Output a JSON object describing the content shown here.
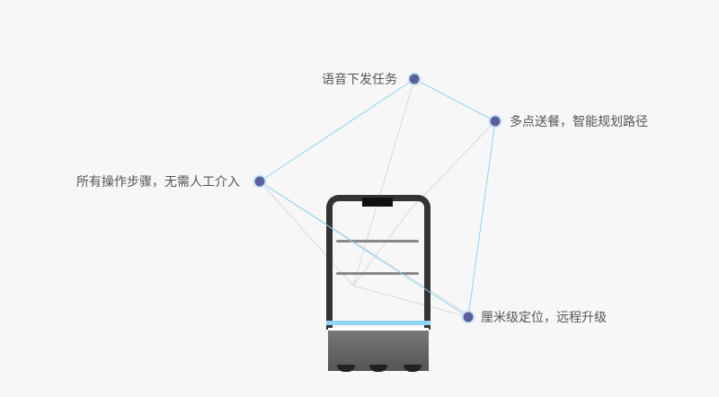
{
  "features": [
    {
      "label": "语音下发任务"
    },
    {
      "label": "多点送餐，智能规划路径"
    },
    {
      "label": "所有操作步骤，无需人工介入"
    },
    {
      "label": "厘米级定位，远程升级"
    }
  ],
  "colors": {
    "node": "#5b5f9e",
    "node_ring": "#c9e6f7",
    "link": "#8fd3f5",
    "grey_link": "#d8d8d8",
    "background": "#f7f7f7"
  }
}
